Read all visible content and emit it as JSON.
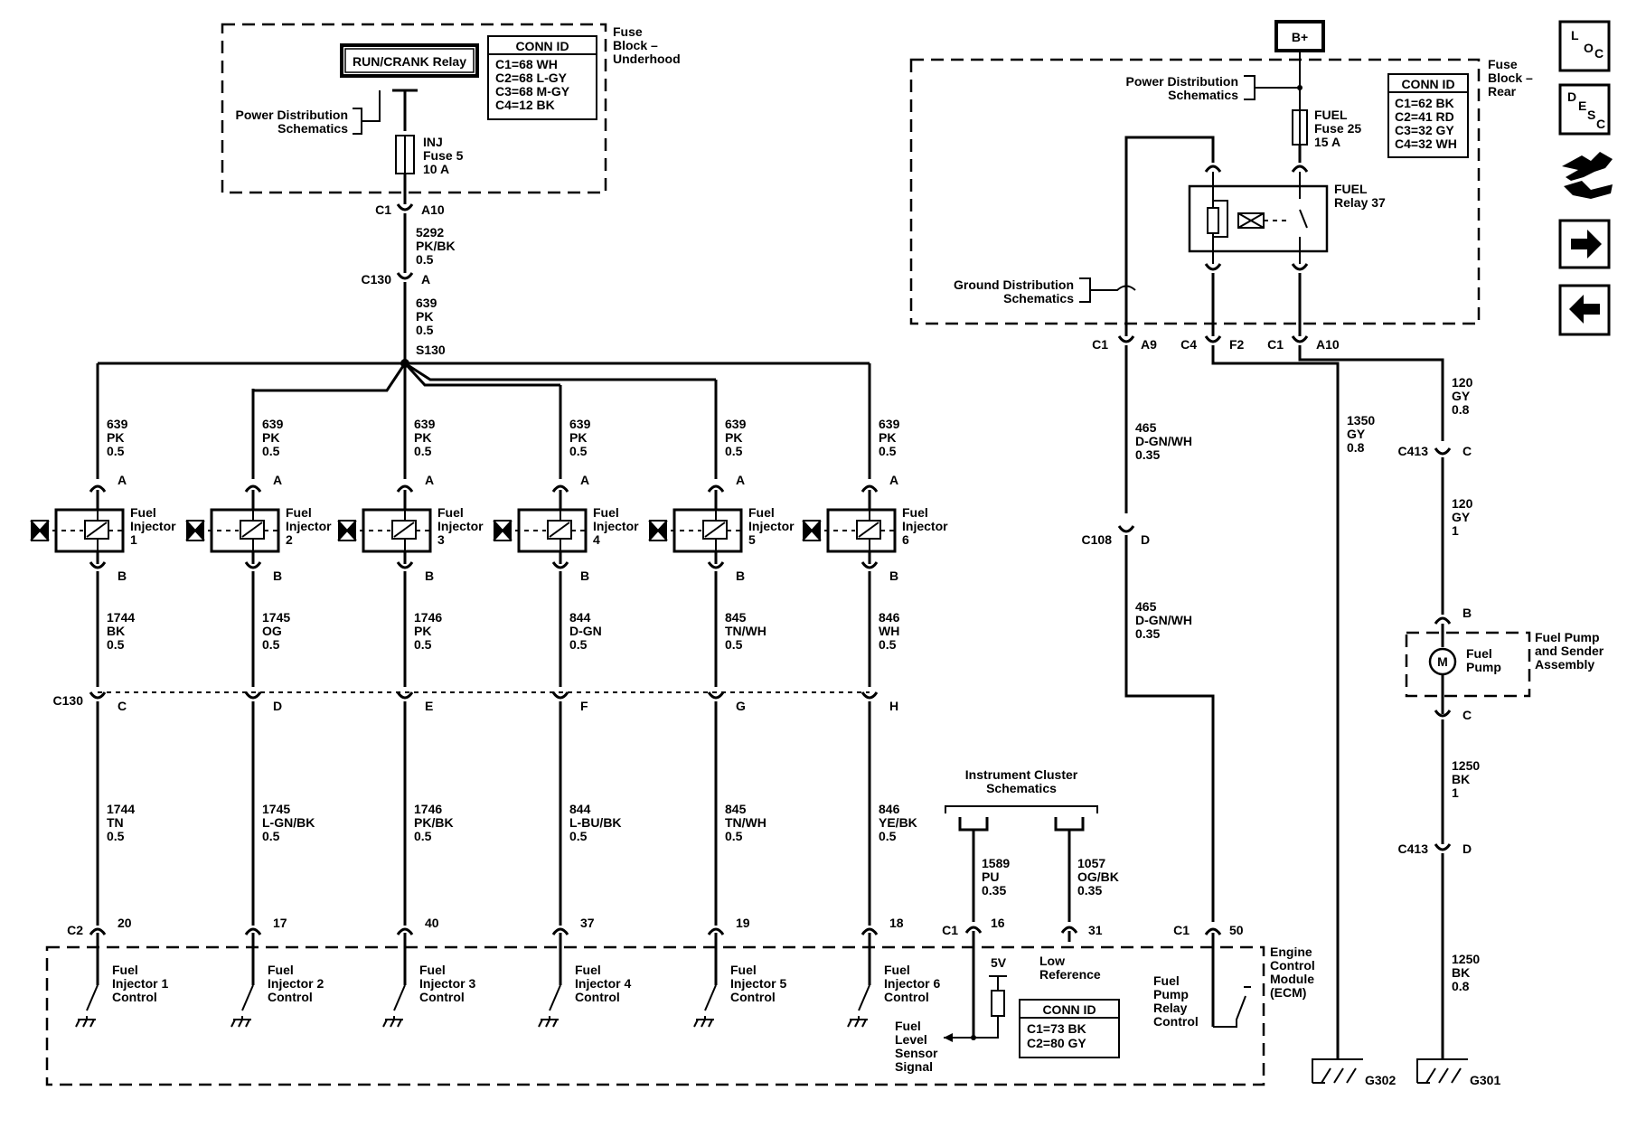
{
  "fuse_block_underhood": {
    "title_1": "Fuse",
    "title_2": "Block –",
    "title_3": "Underhood",
    "relay": "RUN/CRANK Relay",
    "power_dist_1": "Power Distribution",
    "power_dist_2": "Schematics",
    "fuse_1": "INJ",
    "fuse_2": "Fuse 5",
    "fuse_3": "10 A",
    "conn_title": "CONN ID",
    "conn": [
      "C1=68 WH",
      "C2=68 L-GY",
      "C3=68 M-GY",
      "C4=12 BK"
    ]
  },
  "feed": {
    "c1_a": "C1",
    "c1_b": "A10",
    "w1": "5292",
    "w2": "PK/BK",
    "w3": "0.5",
    "c130_a": "C130",
    "c130_b": "A",
    "w4": "639",
    "w5": "PK",
    "w6": "0.5",
    "splice": "S130"
  },
  "injectors": [
    {
      "top1": "639",
      "top2": "PK",
      "top3": "0.5",
      "pa": "A",
      "l1": "Fuel",
      "l2": "Injector",
      "l3": "1",
      "pb": "B",
      "mid1": "1744",
      "mid2": "BK",
      "mid3": "0.5",
      "c130": "C",
      "low1": "1744",
      "low2": "TN",
      "low3": "0.5",
      "pin": "20",
      "e1": "Fuel",
      "e2": "Injector 1",
      "e3": "Control"
    },
    {
      "top1": "639",
      "top2": "PK",
      "top3": "0.5",
      "pa": "A",
      "l1": "Fuel",
      "l2": "Injector",
      "l3": "2",
      "pb": "B",
      "mid1": "1745",
      "mid2": "OG",
      "mid3": "0.5",
      "c130": "D",
      "low1": "1745",
      "low2": "L-GN/BK",
      "low3": "0.5",
      "pin": "17",
      "e1": "Fuel",
      "e2": "Injector 2",
      "e3": "Control"
    },
    {
      "top1": "639",
      "top2": "PK",
      "top3": "0.5",
      "pa": "A",
      "l1": "Fuel",
      "l2": "Injector",
      "l3": "3",
      "pb": "B",
      "mid1": "1746",
      "mid2": "PK",
      "mid3": "0.5",
      "c130": "E",
      "low1": "1746",
      "low2": "PK/BK",
      "low3": "0.5",
      "pin": "40",
      "e1": "Fuel",
      "e2": "Injector 3",
      "e3": "Control"
    },
    {
      "top1": "639",
      "top2": "PK",
      "top3": "0.5",
      "pa": "A",
      "l1": "Fuel",
      "l2": "Injector",
      "l3": "4",
      "pb": "B",
      "mid1": "844",
      "mid2": "D-GN",
      "mid3": "0.5",
      "c130": "F",
      "low1": "844",
      "low2": "L-BU/BK",
      "low3": "0.5",
      "pin": "37",
      "e1": "Fuel",
      "e2": "Injector 4",
      "e3": "Control"
    },
    {
      "top1": "639",
      "top2": "PK",
      "top3": "0.5",
      "pa": "A",
      "l1": "Fuel",
      "l2": "Injector",
      "l3": "5",
      "pb": "B",
      "mid1": "845",
      "mid2": "TN/WH",
      "mid3": "0.5",
      "c130": "G",
      "low1": "845",
      "low2": "TN/WH",
      "low3": "0.5",
      "pin": "19",
      "e1": "Fuel",
      "e2": "Injector 5",
      "e3": "Control"
    },
    {
      "top1": "639",
      "top2": "PK",
      "top3": "0.5",
      "pa": "A",
      "l1": "Fuel",
      "l2": "Injector",
      "l3": "6",
      "pb": "B",
      "mid1": "846",
      "mid2": "WH",
      "mid3": "0.5",
      "c130": "H",
      "low1": "846",
      "low2": "YE/BK",
      "low3": "0.5",
      "pin": "18",
      "e1": "Fuel",
      "e2": "Injector 6",
      "e3": "Control"
    }
  ],
  "c130_label": "C130",
  "c2_label": "C2",
  "instrument": {
    "title_1": "Instrument Cluster",
    "title_2": "Schematics",
    "w1a": "1589",
    "w1b": "PU",
    "w1c": "0.35",
    "w2a": "1057",
    "w2b": "OG/BK",
    "w2c": "0.35",
    "c1": "C1",
    "pin1": "16",
    "pin2": "31",
    "v5": "5V",
    "low_ref_1": "Low",
    "low_ref_2": "Reference",
    "fls_1": "Fuel",
    "fls_2": "Level",
    "fls_3": "Sensor",
    "fls_4": "Signal"
  },
  "ecm": {
    "title_1": "Engine",
    "title_2": "Control",
    "title_3": "Module",
    "title_4": "(ECM)",
    "conn_title": "CONN ID",
    "conn": [
      "C1=73 BK",
      "C2=80 GY"
    ],
    "relay_1": "Fuel",
    "relay_2": "Pump",
    "relay_3": "Relay",
    "relay_4": "Control",
    "c1": "C1",
    "pin50": "50"
  },
  "fuse_block_rear": {
    "bplus": "B+",
    "title_1": "Fuse",
    "title_2": "Block –",
    "title_3": "Rear",
    "power_dist_1": "Power Distribution",
    "power_dist_2": "Schematics",
    "fuse_1": "FUEL",
    "fuse_2": "Fuse 25",
    "fuse_3": "15 A",
    "relay_1": "FUEL",
    "relay_2": "Relay 37",
    "ground_1": "Ground Distribution",
    "ground_2": "Schematics",
    "conn_title": "CONN ID",
    "conn": [
      "C1=62 BK",
      "C2=41 RD",
      "C3=32 GY",
      "C4=32 WH"
    ],
    "c1a": "C1",
    "a9": "A9",
    "c4": "C4",
    "f2": "F2",
    "c1b": "C1",
    "a10": "A10"
  },
  "right_wires": {
    "w465a": "465",
    "w465b": "D-GN/WH",
    "w465c": "0.35",
    "c108": "C108",
    "d": "D",
    "w465d": "465",
    "w465e": "D-GN/WH",
    "w465f": "0.35",
    "w1350a": "1350",
    "w1350b": "GY",
    "w1350c": "0.8",
    "w120a": "120",
    "w120b": "GY",
    "w120c": "0.8",
    "c413a": "C413",
    "c413a_pin": "C",
    "w120d": "120",
    "w120e": "GY",
    "w120f": "1",
    "pin_b": "B",
    "pump_1": "Fuel",
    "pump_2": "Pump",
    "motor": "M",
    "assy_1": "Fuel Pump",
    "assy_2": "and Sender",
    "assy_3": "Assembly",
    "pin_c": "C",
    "w1250a": "1250",
    "w1250b": "BK",
    "w1250c": "1",
    "c413b": "C413",
    "c413b_pin": "D",
    "w1250d": "1250",
    "w1250e": "BK",
    "w1250f": "0.8",
    "g302": "G302",
    "g301": "G301"
  },
  "nav": {
    "loc": "L",
    "loc_sub1": "O",
    "loc_sub2": "C",
    "desc": "D",
    "desc_sub1": "E",
    "desc_sub2": "S",
    "desc_sub3": "C"
  }
}
